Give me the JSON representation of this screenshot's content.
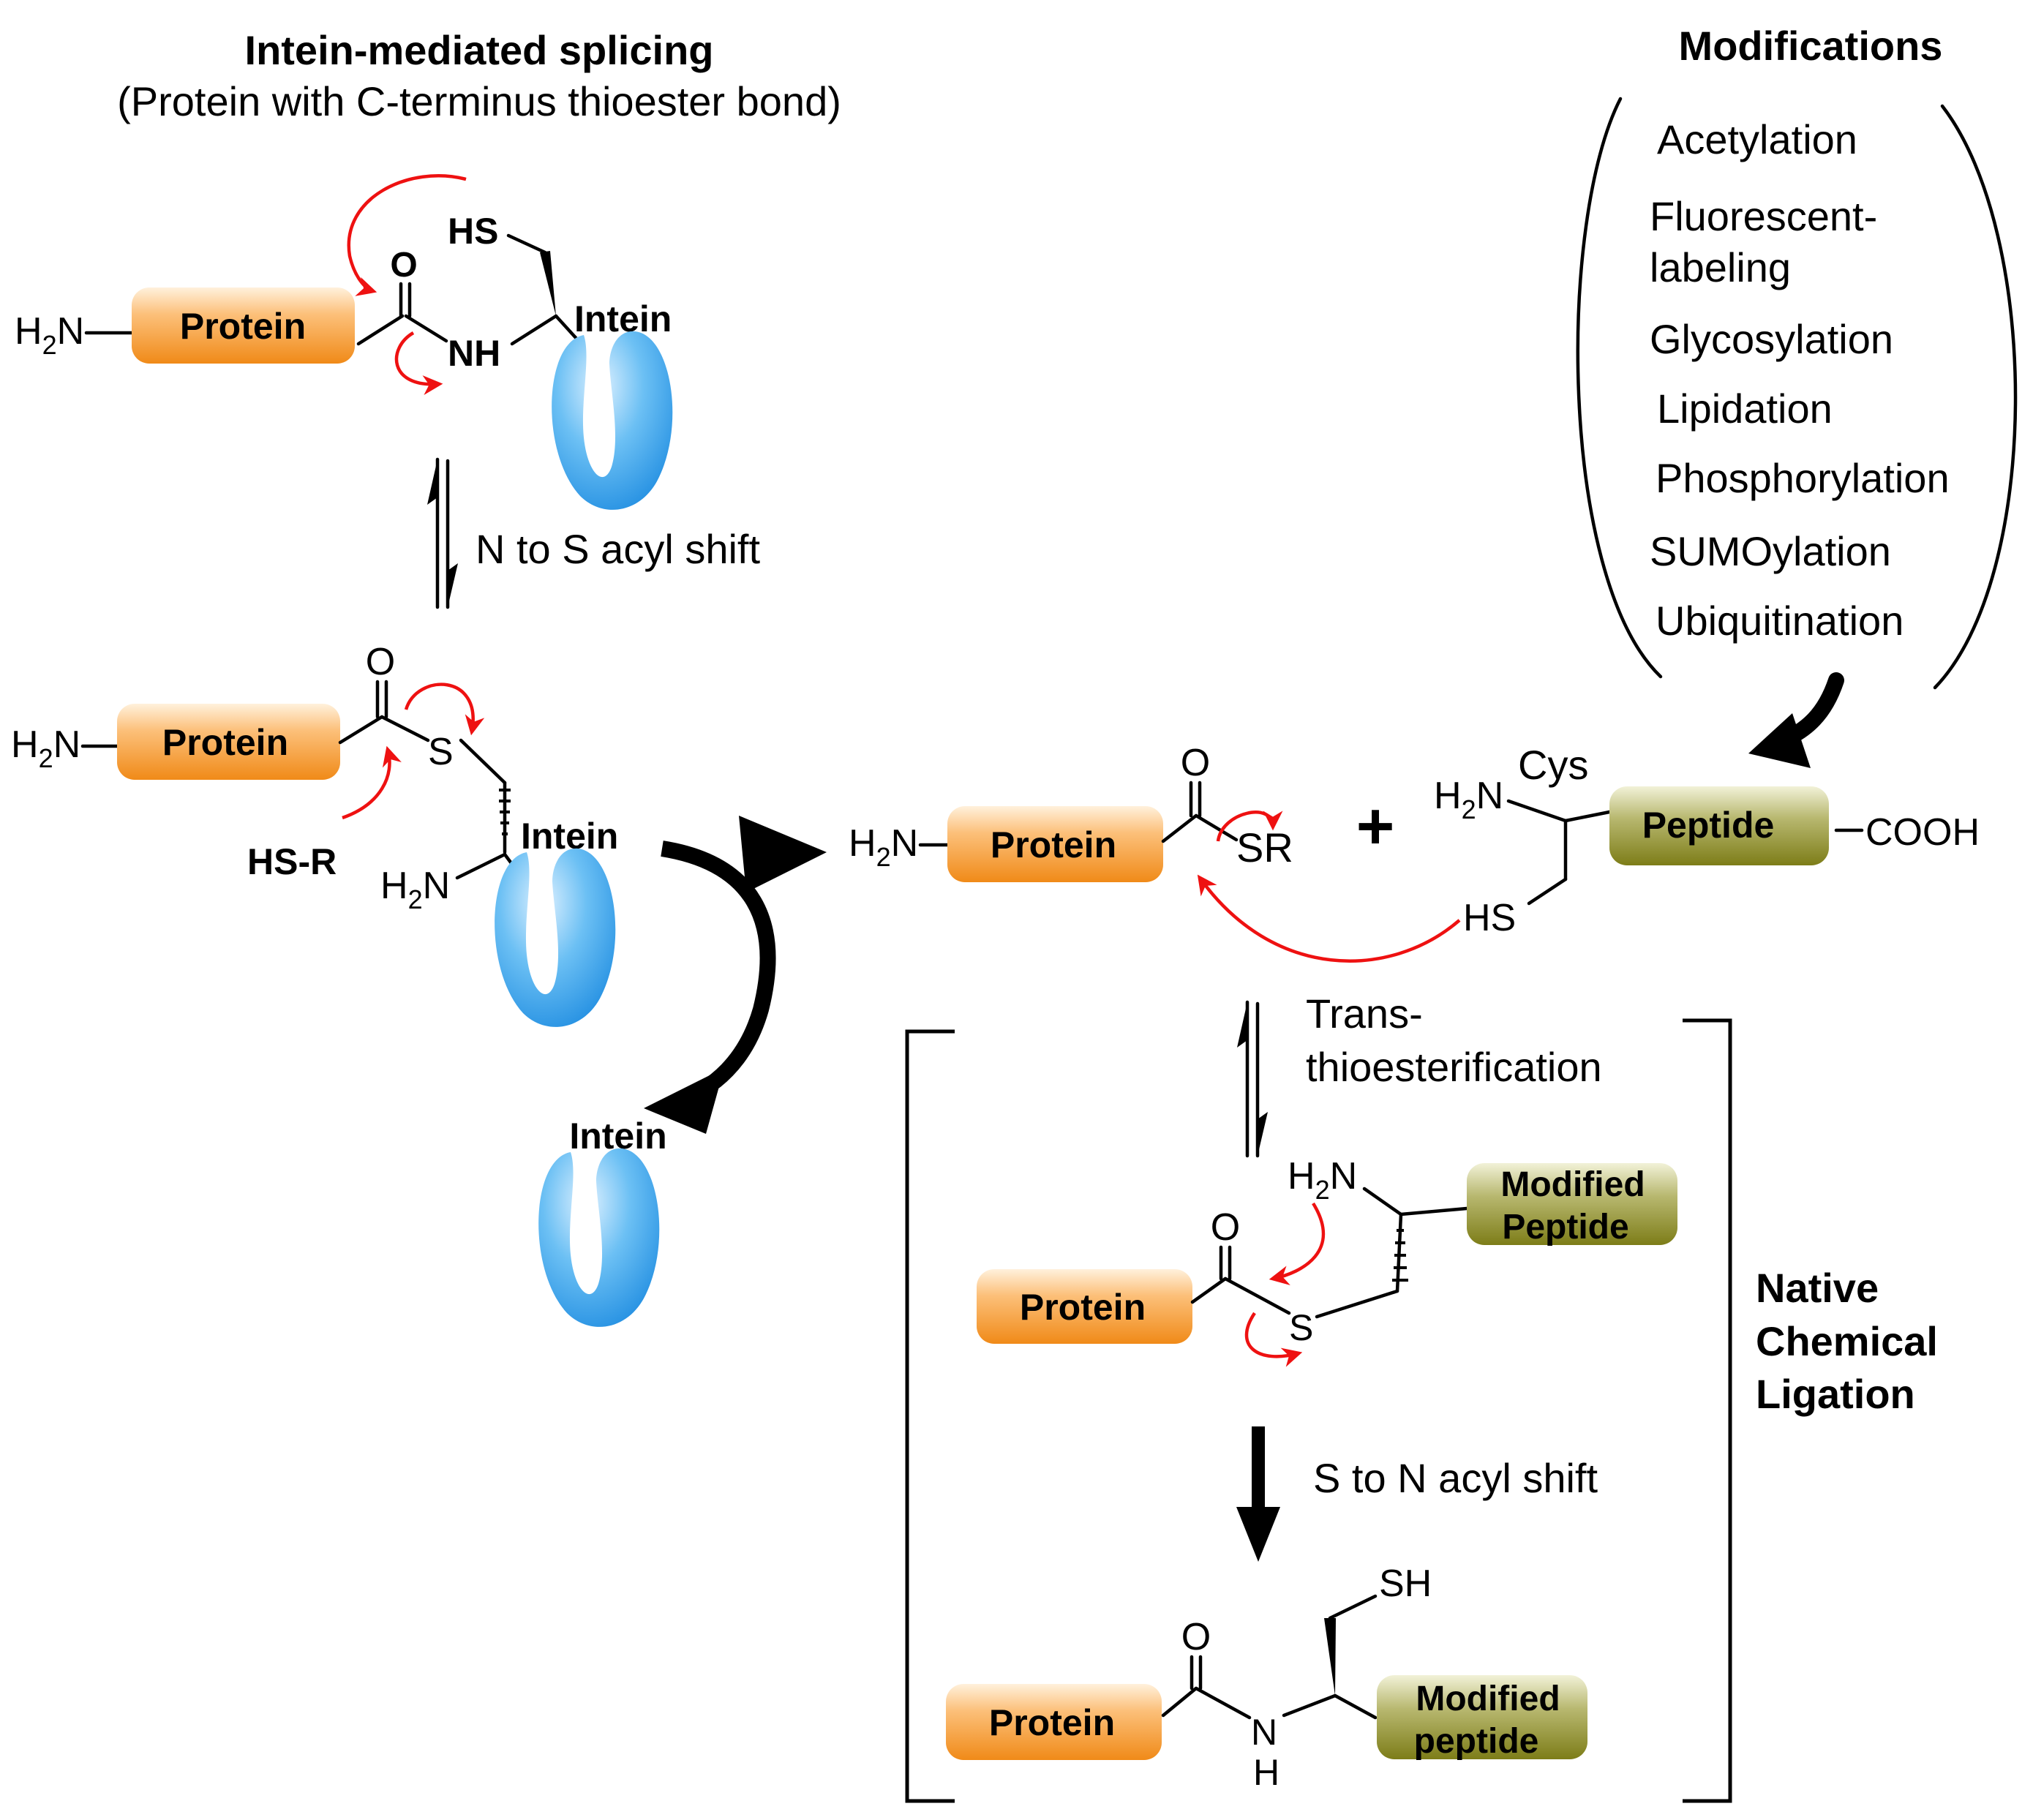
{
  "title": "Intein-mediated splicing",
  "subtitle": "(Protein with C-terminus thioester bond)",
  "modifications": {
    "heading": "Modifications",
    "items": [
      "Acetylation",
      "Fluorescent-",
      "labeling",
      "Glycosylation",
      "Lipidation",
      "Phosphorylation",
      "SUMOylation",
      "Ubiquitination"
    ]
  },
  "labels": {
    "protein": "Protein",
    "intein": "Intein",
    "peptide": "Peptide",
    "modified_peptide_1": "Modified",
    "modified_peptide_2": "Peptide",
    "modified_peptide_lower_2": "peptide",
    "amine": "H",
    "amine_sub": "2",
    "amine_n": "N",
    "hs": "HS",
    "sh": "SH",
    "o": "O",
    "s": "S",
    "nh": "NH",
    "n": "N",
    "h": "H",
    "sr": "SR",
    "cys": "Cys",
    "cooh": "COOH",
    "hsr": "HS-R",
    "plus": "+"
  },
  "steps": {
    "n_to_s": "N to S acyl shift",
    "trans_1": "Trans-",
    "trans_2": "thioesterification",
    "s_to_n": "S to N acyl shift"
  },
  "ncl": [
    "Native",
    "Chemical",
    "Ligation"
  ],
  "colors": {
    "protein": "#f7931e",
    "peptide": "#8b8b1e",
    "intein": "#2a9fe6",
    "arrow_red": "#ee1111"
  }
}
